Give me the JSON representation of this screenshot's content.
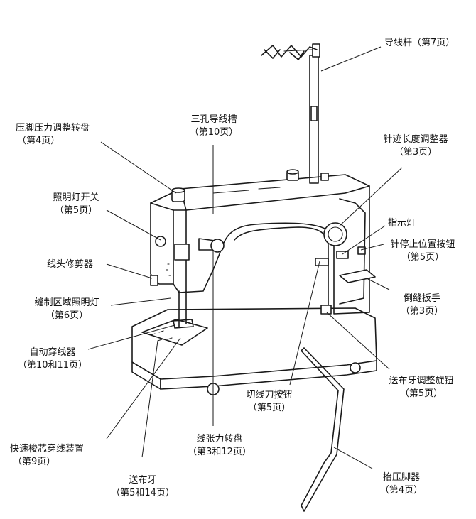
{
  "labels": {
    "thread_guide_rod": {
      "name": "导线杆",
      "page": "（第7页）"
    },
    "presser_pressure_dial": {
      "name": "压脚压力调整转盘",
      "page": "（第4页）"
    },
    "three_hole_thread_guide": {
      "name": "三孔导线槽",
      "page": "（第10页）"
    },
    "stitch_length_dial": {
      "name": "针迹长度调整器",
      "page": "（第3页）"
    },
    "light_switch": {
      "name": "照明灯开关",
      "page": "（第5页）"
    },
    "indicator_light": {
      "name": "指示灯"
    },
    "needle_stop_button": {
      "name": "针停止位置按钮",
      "page": "（第5页）"
    },
    "thread_cutter": {
      "name": "线头修剪器"
    },
    "sewing_area_light": {
      "name": "缝制区域照明灯",
      "page": "（第6页）"
    },
    "reverse_lever": {
      "name": "倒缝扳手",
      "page": "（第3页）"
    },
    "auto_threader": {
      "name": "自动穿线器",
      "page": "（第10和11页）"
    },
    "feed_dog_dial": {
      "name": "送布牙调整旋钮",
      "page": "（第5页）"
    },
    "thread_cut_button": {
      "name": "切线刀按钮",
      "page": "（第5页）"
    },
    "bobbin_winder": {
      "name": "快速梭芯穿线装置",
      "page": "（第9页）"
    },
    "tension_dial": {
      "name": "线张力转盘",
      "page": "（第3和12页）"
    },
    "knee_lifter": {
      "name": "抬压脚器",
      "page": "（第4页）"
    },
    "feed_dog": {
      "name": "送布牙",
      "page": "（第5和14页）"
    }
  }
}
